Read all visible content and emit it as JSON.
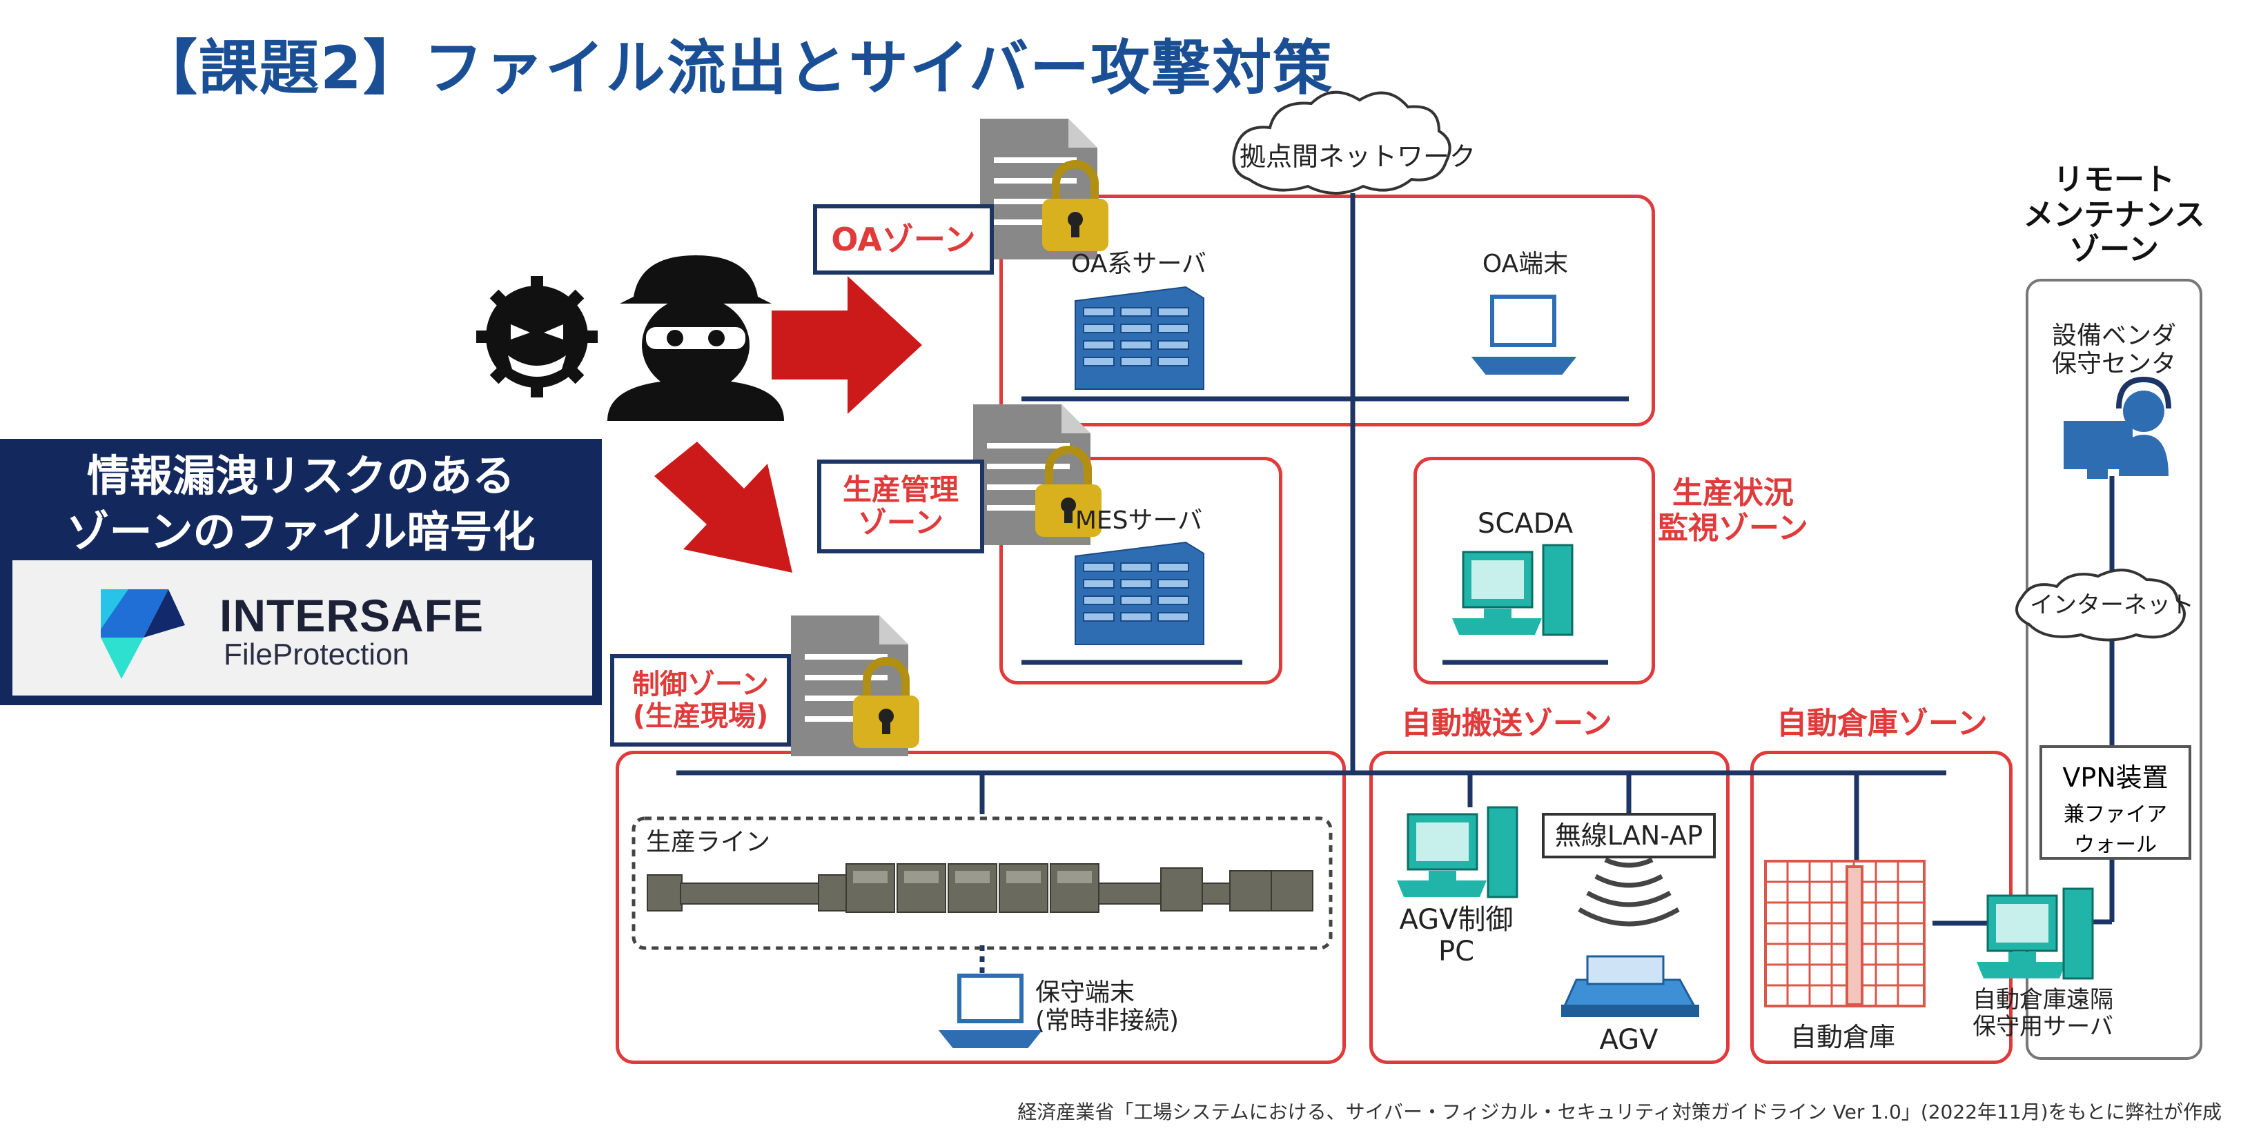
{
  "title": "【課題2】ファイル流出とサイバー攻撃対策",
  "banner": {
    "line1": "情報漏洩リスクのある",
    "line2": "ゾーンのファイル暗号化",
    "logo_name": "INTERSAFE",
    "logo_sub": "FileProtection"
  },
  "network": {
    "label": "拠点間ネットワーク"
  },
  "zones": {
    "oa": {
      "label": "OAゾーン",
      "server": "OA系サーバ",
      "terminal": "OA端末"
    },
    "production_mgmt": {
      "label_line1": "生産管理",
      "label_line2": "ゾーン",
      "server": "MESサーバ"
    },
    "production_monitor": {
      "label_line1": "生産状況",
      "label_line2": "監視ゾーン",
      "device": "SCADA"
    },
    "control": {
      "label_line1": "制御ゾーン",
      "label_line2": "(生産現場)",
      "line": "生産ライン",
      "terminal_line1": "保守端末",
      "terminal_line2": "(常時非接続)"
    },
    "agv": {
      "label": "自動搬送ゾーン",
      "pc_line1": "AGV制御",
      "pc_line2": "PC",
      "ap": "無線LAN-AP",
      "agv": "AGV"
    },
    "warehouse": {
      "label": "自動倉庫ゾーン",
      "warehouse": "自動倉庫",
      "server_line1": "自動倉庫遠隔",
      "server_line2": "保守用サーバ"
    },
    "remote": {
      "label_line1": "リモート",
      "label_line2": "メンテナンス",
      "label_line3": "ゾーン",
      "vendor_line1": "設備ベンダ",
      "vendor_line2": "保守センタ",
      "internet": "インターネット",
      "vpn_line1": "VPN装置",
      "vpn_line2": "兼ファイア",
      "vpn_line3": "ウォール"
    }
  },
  "source": "経済産業省「工場システムにおける、サイバー・フィジカル・セキュリティ対策ガイドライン Ver 1.0」(2022年11月)をもとに弊社が作成",
  "colors": {
    "title": "#1a4f95",
    "zone_border": "#e03a3a",
    "label_red": "#e03a3a",
    "navy": "#13295e",
    "network_line": "#1c3565",
    "server_blue": "#2f6db3",
    "teal_device": "#20b5a8",
    "arrow_red": "#cc1a1a",
    "lock_gold": "#d9b01e"
  }
}
